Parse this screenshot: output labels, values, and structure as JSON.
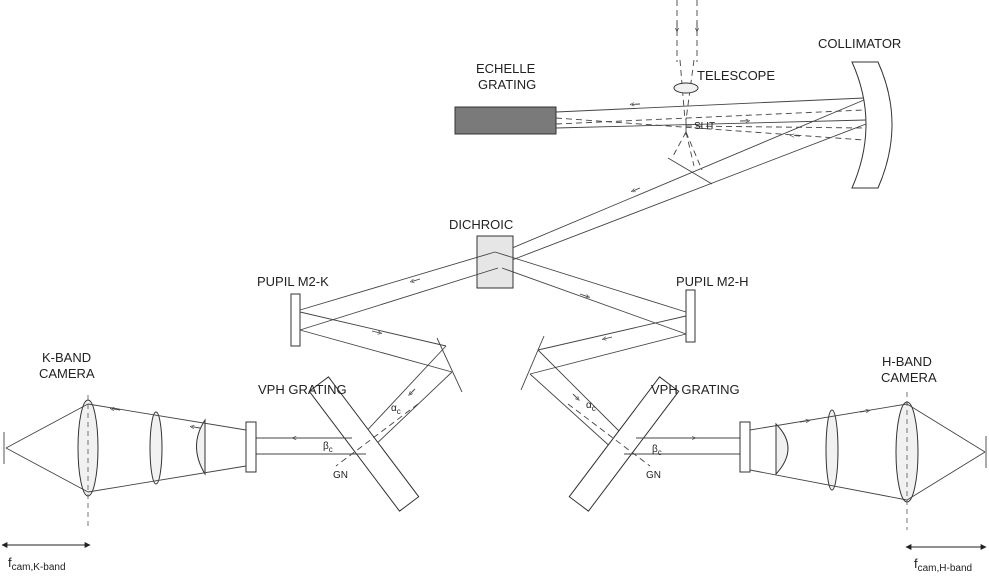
{
  "labels": {
    "echelle_line1": "ECHELLE",
    "echelle_line2": "GRATING",
    "telescope": "TELESCOPE",
    "slit": "SLIT",
    "collimator": "COLLIMATOR",
    "dichroic": "DICHROIC",
    "pupil_k": "PUPIL M2-K",
    "pupil_h": "PUPIL M2-H",
    "kband_line1": "K-BAND",
    "kband_line2": "CAMERA",
    "hband_line1": "H-BAND",
    "hband_line2": "CAMERA",
    "vph_k": "VPH GRATING",
    "vph_h": "VPH GRATING",
    "gn_k": "GN",
    "gn_h": "GN",
    "alpha": "α",
    "alpha_sub": "c",
    "beta": "β",
    "beta_sub": "c",
    "fcam_k_main": "f",
    "fcam_k_sub": "cam,K-band",
    "fcam_h_main": "f",
    "fcam_h_sub": "cam,H-band"
  },
  "colors": {
    "line": "#444444",
    "echelle_fill": "#7a7a7a",
    "dichroic_fill": "#e6e6e6",
    "lens_fill": "#f1f1f1"
  }
}
